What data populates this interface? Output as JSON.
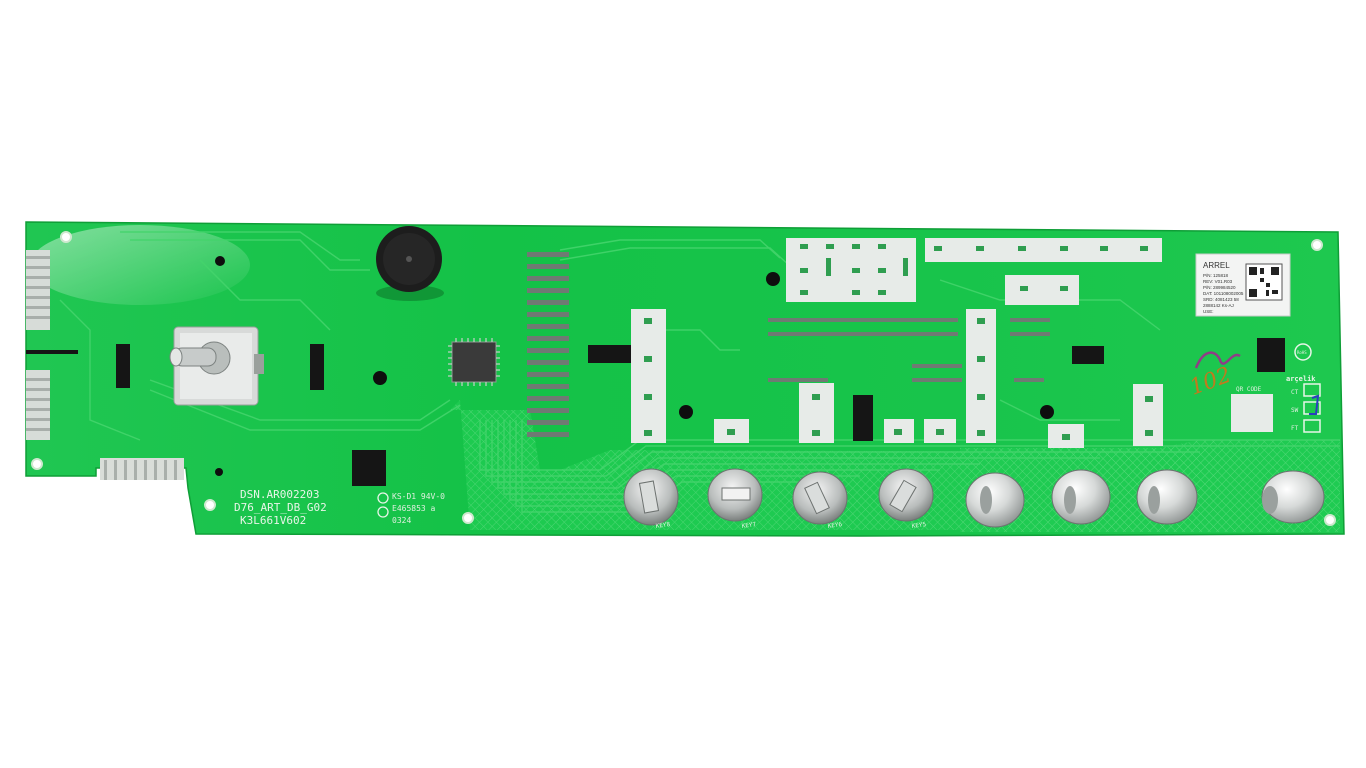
{
  "board": {
    "silkscreen": {
      "design_code": "DSN.AR002203",
      "part_name": "D76_ART_DB_G02",
      "part_number": "K3L661V602",
      "ul_line1": "KS-D1 94V-0",
      "ul_line2": "E465853 a",
      "ul_line3": "0324",
      "qr_code_label": "QR CODE",
      "pad_labels": [
        "CT",
        "SW",
        "FT"
      ],
      "key_labels": [
        "KEY8",
        "KEY7",
        "KEY6",
        "KEY5"
      ]
    },
    "sticker": {
      "brand": "ARREL",
      "lines": [
        "P/N: 125818",
        "REV: V01.R03",
        "P/N: 289984520",
        "DAT: 101108002005",
        "SRD: 4081423 58",
        "2888142  Ks-AJ",
        "USE:"
      ]
    },
    "logo_text": "arçelik",
    "rohs_text": "RoHS",
    "handwriting": "102",
    "colors": {
      "pcb": "#17c44a",
      "pcb_dark": "#12a83d",
      "led_pad": "#e8ece8",
      "button_metal": "#c9cdcc",
      "cutout": "#151515"
    }
  }
}
